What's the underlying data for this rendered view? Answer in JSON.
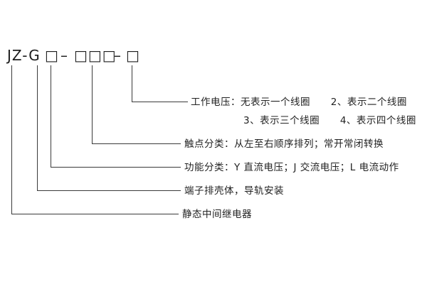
{
  "model_code": {
    "prefix": "JZ-G",
    "function_box": "□",
    "dash1": "–",
    "contact_boxes": "□□□",
    "dash2": "–",
    "voltage_box": "□"
  },
  "labels": {
    "working_voltage_line1": "工作电压：无表示一个线圈      2、表示二个线圈",
    "working_voltage_line2": "3、表示三个线圈      4、表示四个线圈",
    "contact_class": "触点分类：从左至右顺序排列；常开常闭转换",
    "function_class": "功能分类：Y 直流电压；J 交流电压；L 电流动作",
    "housing": "端子排壳体，导轨安装",
    "relay_type": "静态中间继电器"
  },
  "colors": {
    "line": "#3a3a3a",
    "text": "#222222",
    "background": "#ffffff"
  }
}
